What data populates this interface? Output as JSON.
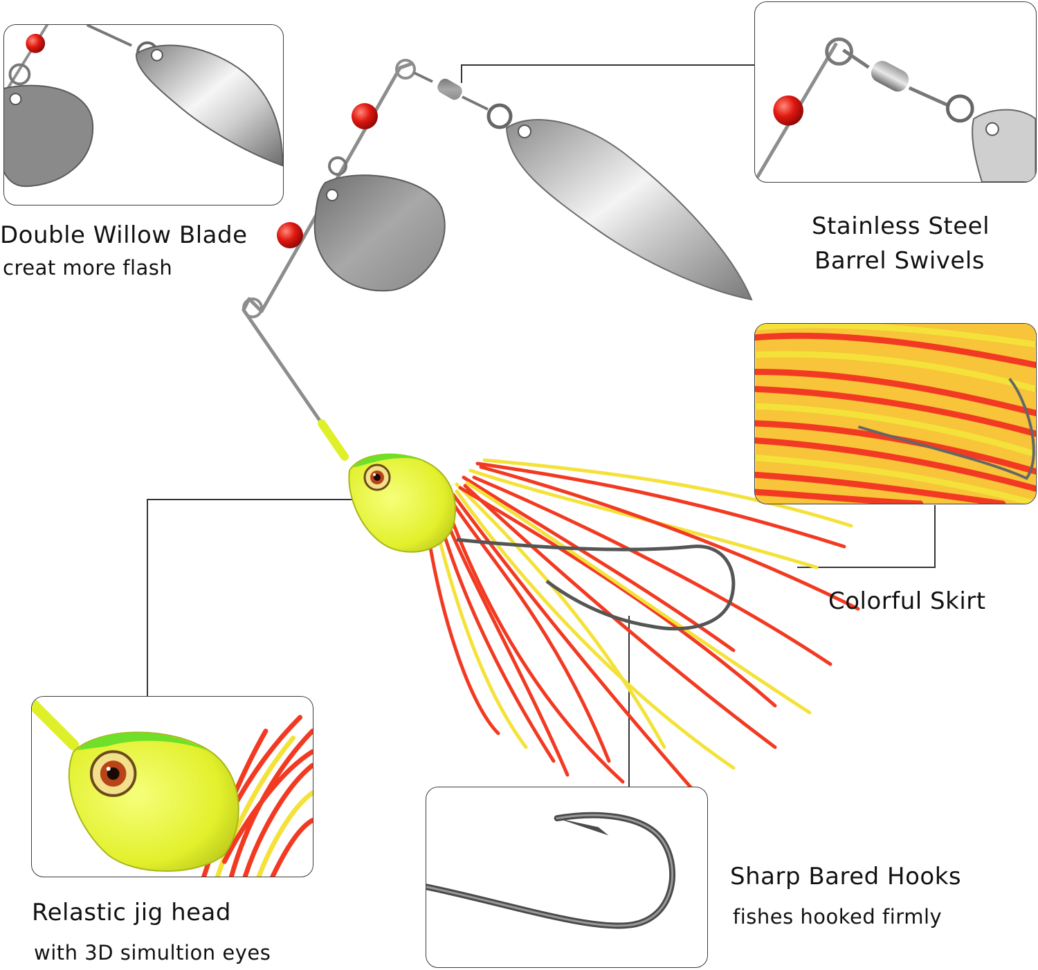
{
  "features": {
    "blade": {
      "title": "Double Willow Blade",
      "subtitle": "creat more flash"
    },
    "swivel": {
      "title_line1": "Stainless Steel",
      "title_line2": "Barrel Swivels"
    },
    "skirt": {
      "title": "Colorful Skirt"
    },
    "hook": {
      "title": "Sharp Bared Hooks",
      "subtitle": "fishes hooked firmly"
    },
    "jighead": {
      "title": "Relastic jig head",
      "subtitle": "with 3D simultion eyes"
    }
  },
  "colors": {
    "panel_border": "#3a3a3a",
    "skirt_red": "#f23a22",
    "skirt_yellow": "#f4e23a",
    "head_yellow": "#e6f23a",
    "head_green": "#6ee02a",
    "bead_red": "#d8120e",
    "blade_silver": "#c9c9c9"
  },
  "icons": [
    "spinnerbait-lure",
    "willow-blade",
    "colorado-blade",
    "barrel-swivel",
    "red-bead",
    "fish-hook",
    "jig-head-eye"
  ]
}
